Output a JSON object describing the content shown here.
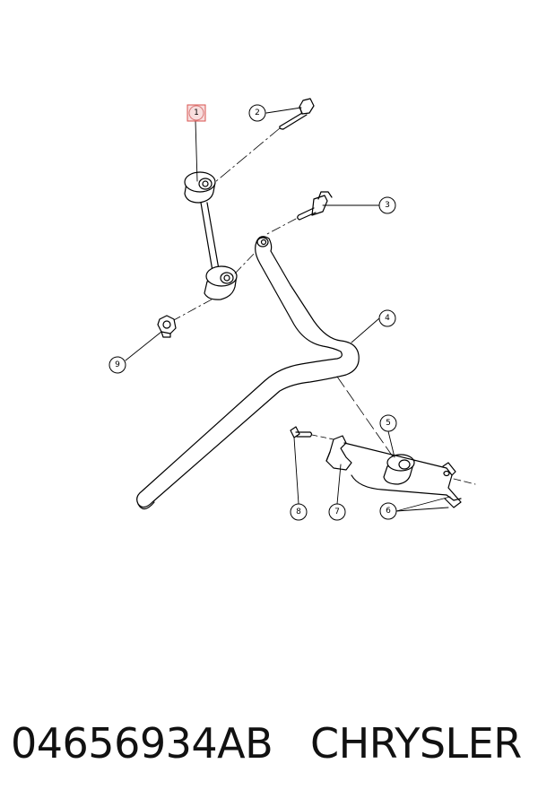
{
  "callouts": [
    {
      "id": "1",
      "label": "1",
      "highlighted": true
    },
    {
      "id": "2",
      "label": "2"
    },
    {
      "id": "3",
      "label": "3"
    },
    {
      "id": "4",
      "label": "4"
    },
    {
      "id": "5",
      "label": "5"
    },
    {
      "id": "6",
      "label": "6"
    },
    {
      "id": "7",
      "label": "7"
    },
    {
      "id": "8",
      "label": "8"
    },
    {
      "id": "9",
      "label": "9"
    }
  ],
  "footer": {
    "part_number": "04656934AB",
    "brand": "CHRYSLER"
  },
  "colors": {
    "highlight_border": "#d9534f",
    "highlight_fill": "#f8dede",
    "line": "#000000"
  }
}
